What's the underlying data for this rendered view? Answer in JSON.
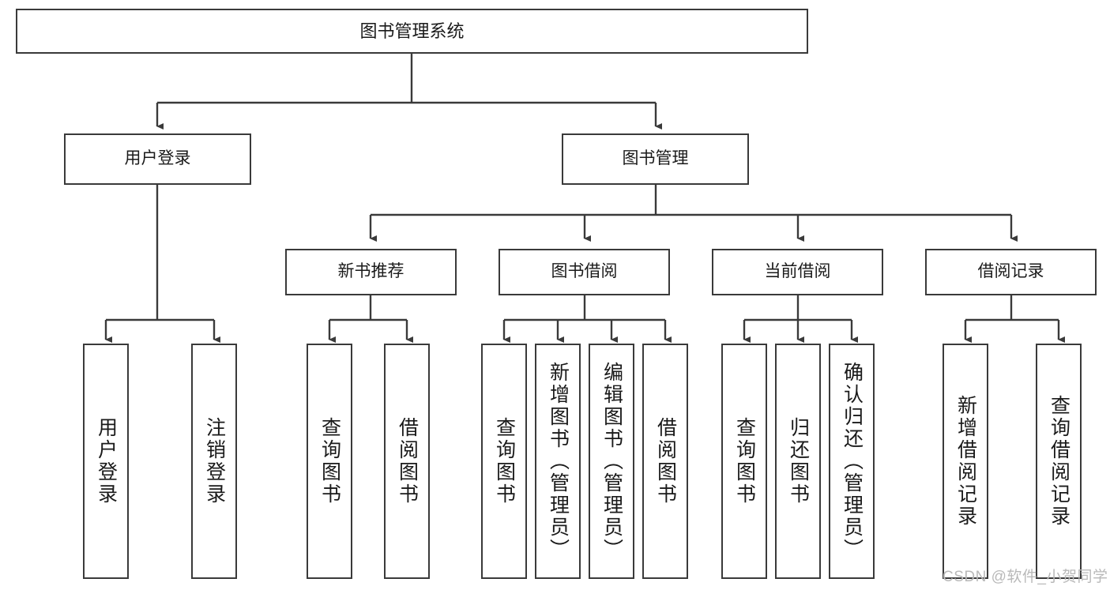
{
  "diagram": {
    "type": "hierarchy-tree",
    "title": "图书管理系统",
    "levels": 4,
    "root": {
      "label": "图书管理系统"
    },
    "level2": [
      {
        "label": "用户登录"
      },
      {
        "label": "图书管理"
      }
    ],
    "level3": [
      {
        "label": "新书推荐",
        "parent": "图书管理"
      },
      {
        "label": "图书借阅",
        "parent": "图书管理"
      },
      {
        "label": "当前借阅",
        "parent": "图书管理"
      },
      {
        "label": "借阅记录",
        "parent": "图书管理"
      }
    ],
    "leaves": {
      "user_login": [
        {
          "label": "用户登录"
        },
        {
          "label": "注销登录"
        }
      ],
      "new_book_recommend": [
        {
          "label": "查询图书"
        },
        {
          "label": "借阅图书"
        }
      ],
      "book_borrow": [
        {
          "label": "查询图书"
        },
        {
          "label": "新增图书（管理员）"
        },
        {
          "label": "编辑图书（管理员）"
        },
        {
          "label": "借阅图书"
        }
      ],
      "current_borrow": [
        {
          "label": "查询图书"
        },
        {
          "label": "归还图书"
        },
        {
          "label": "确认归还（管理员）"
        }
      ],
      "borrow_record": [
        {
          "label": "新增借阅记录"
        },
        {
          "label": "查询借阅记录"
        }
      ]
    },
    "colors": {
      "border": "#3a3a3a",
      "background": "#ffffff",
      "text": "#1a1a1a",
      "watermark": "#b9b9b9"
    }
  },
  "watermark": {
    "text": "CSDN @软件_小贺同学"
  }
}
